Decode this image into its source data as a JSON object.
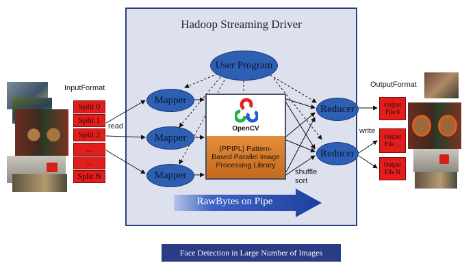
{
  "driver": {
    "title": "Hadoop Streaming Driver"
  },
  "user_program": {
    "label": "User Program"
  },
  "mappers": [
    "Mapper",
    "Mapper",
    "Mapper"
  ],
  "reducers": [
    "Reducer",
    "Reducer"
  ],
  "input": {
    "label": "InputFormat",
    "splits": [
      "Split 0",
      "Split 1",
      "Split 2",
      "...",
      "...",
      "Split N"
    ]
  },
  "output": {
    "label": "OutputFormat",
    "files": [
      "Output File 0",
      "Output File ...",
      "Output File N"
    ]
  },
  "ppipl": {
    "logo_text": "OpenCV",
    "label": "(PPIPL) Pattern-Based Parallel Image Processing Library"
  },
  "edge_labels": {
    "read": "read",
    "write": "write",
    "shuffle": "shuffle",
    "sort": "sort"
  },
  "pipe": {
    "label": "RawBytes on Pipe"
  },
  "caption": "Face Detection in Large Number of Images",
  "colors": {
    "driver_bg": "#dde1ee",
    "node_blue": "#2d5fb2",
    "split_red": "#e31c1c",
    "ppipl_orange": "#e68c3c",
    "caption_bg": "#2a3c86"
  }
}
